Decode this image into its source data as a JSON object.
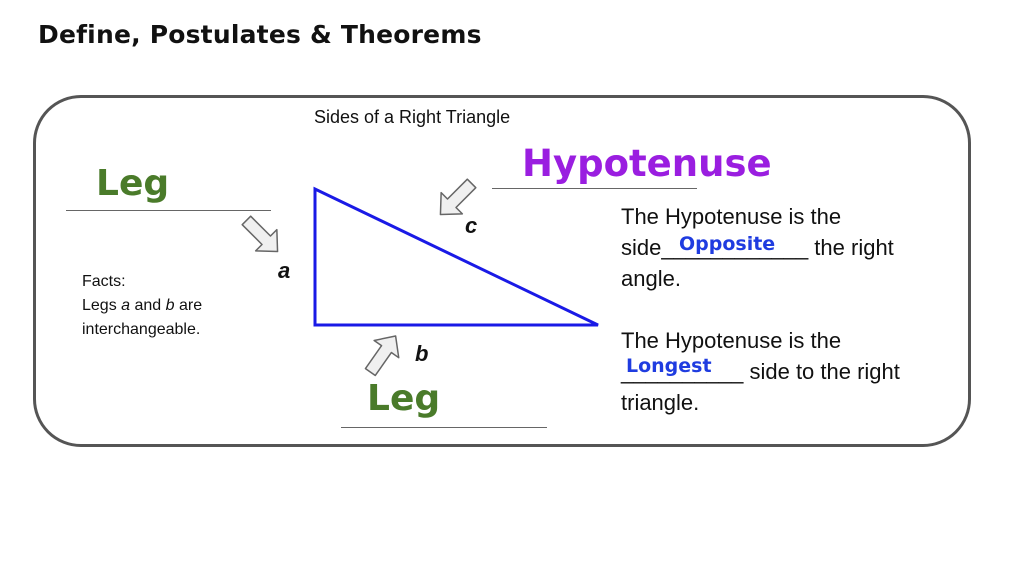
{
  "page": {
    "title": "Define, Postulates & Theorems"
  },
  "panel": {
    "heading": "Sides of a Right Triangle",
    "leg_label_top": "Leg",
    "leg_label_bottom": "Leg",
    "hypotenuse_label": "Hypotenuse",
    "facts": {
      "title": "Facts:",
      "line1_pre": "Legs ",
      "line1_a": "a",
      "line1_mid": " and ",
      "line1_b": "b",
      "line1_post": " are",
      "line2": "interchangeable."
    },
    "triangle": {
      "side_a": "a",
      "side_b": "b",
      "side_c": "c",
      "stroke_color": "#1a1ae6"
    },
    "statement1": {
      "line1": "The Hypotenuse is the",
      "line2_pre": "side",
      "blank": "____________",
      "line2_post": " the right",
      "line3": "angle.",
      "answer": "Opposite"
    },
    "statement2": {
      "line1": "The Hypotenuse is the",
      "blank": "__________",
      "line2_post": " side to the right",
      "line3": "triangle.",
      "answer": "Longest"
    }
  },
  "colors": {
    "leg": "#4a7b2a",
    "hypotenuse": "#9a1ee0",
    "answer": "#1f3ce0",
    "border": "#555555",
    "arrow_fill": "#f0f0f0",
    "arrow_stroke": "#666666"
  },
  "icons": [
    "arrow-down-right-icon",
    "arrow-down-left-icon",
    "arrow-up-right-icon"
  ]
}
